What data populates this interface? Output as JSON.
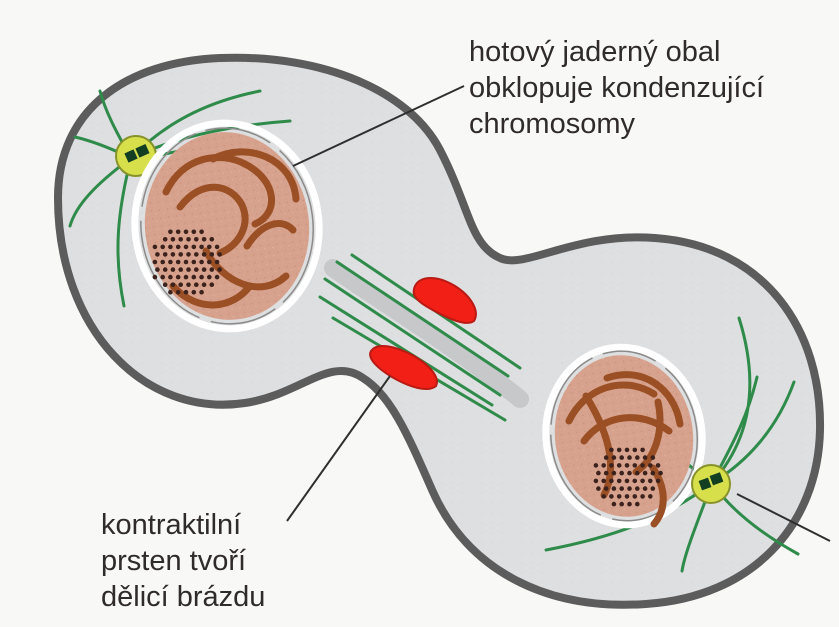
{
  "labels": {
    "nuclear_envelope": {
      "line1": "hotový jaderný obal",
      "line2": "obklopuje kondenzující",
      "line3": "chromosomy"
    },
    "contractile_ring": {
      "line1": "kontraktilní",
      "line2": "prsten tvoří",
      "line3": "dělicí brázdu"
    }
  },
  "colors": {
    "background": "#f8f8f7",
    "cytoplasm": "#dedfe0",
    "membrane": "#5c5c5c",
    "nucleus": "#d7a28d",
    "chromosome": "#9a4f25",
    "nucleolus_dots": "#3b221c",
    "envelope": "#ffffff",
    "microtubule": "#2f8b4a",
    "centrosome": "#d7df4b",
    "contractile_ring": "#f11f16",
    "leader_line": "#2f2f2f"
  }
}
